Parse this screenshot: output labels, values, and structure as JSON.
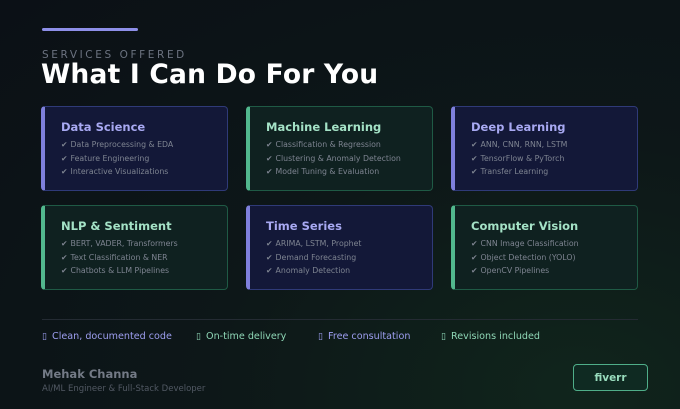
{
  "header": {
    "eyebrow": "SERVICES OFFERED",
    "title": "What I Can Do For You"
  },
  "services": [
    {
      "title": "Data Science",
      "theme": "purple",
      "items": [
        "Data Preprocessing & EDA",
        "Feature Engineering",
        "Interactive Visualizations"
      ]
    },
    {
      "title": "Machine Learning",
      "theme": "green",
      "items": [
        "Classification & Regression",
        "Clustering & Anomaly Detection",
        "Model Tuning & Evaluation"
      ]
    },
    {
      "title": "Deep Learning",
      "theme": "purple",
      "items": [
        "ANN, CNN, RNN, LSTM",
        "TensorFlow & PyTorch",
        "Transfer Learning"
      ]
    },
    {
      "title": "NLP & Sentiment",
      "theme": "green",
      "items": [
        "BERT, VADER, Transformers",
        "Text Classification & NER",
        "Chatbots & LLM Pipelines"
      ]
    },
    {
      "title": "Time Series",
      "theme": "purple",
      "items": [
        "ARIMA, LSTM, Prophet",
        "Demand Forecasting",
        "Anomaly Detection"
      ]
    },
    {
      "title": "Computer Vision",
      "theme": "green",
      "items": [
        "CNN Image Classification",
        "Object Detection (YOLO)",
        "OpenCV Pipelines"
      ]
    }
  ],
  "check_glyph": "✔",
  "features": [
    {
      "glyph": "▯",
      "label": "Clean, documented code"
    },
    {
      "glyph": "▯",
      "label": "On-time delivery"
    },
    {
      "glyph": "▯",
      "label": "Free consultation"
    },
    {
      "glyph": "▯",
      "label": "Revisions included"
    }
  ],
  "footer": {
    "name": "Mehak Channa",
    "role": "AI/ML Engineer & Full-Stack Developer",
    "button_label": "fiverr"
  },
  "colors": {
    "purple_accent": "#7f80dc",
    "green_accent": "#52b88e",
    "background": "#0b1016"
  }
}
